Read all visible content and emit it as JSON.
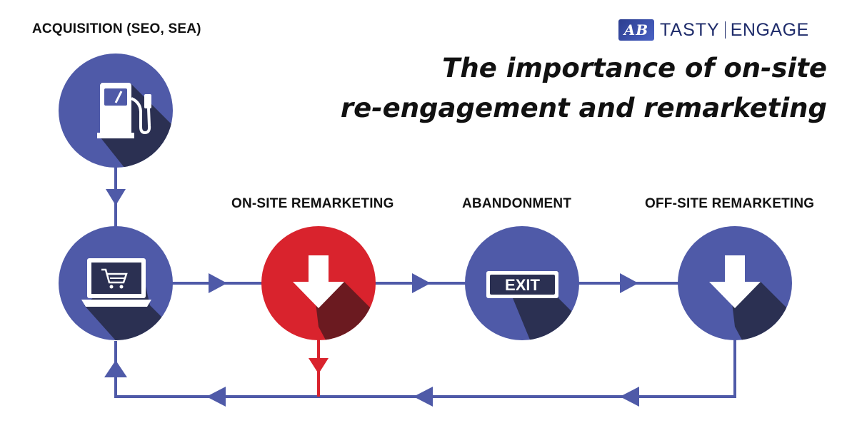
{
  "brand": {
    "logo_mark": "AB",
    "logo_name": "TASTY",
    "logo_product": "ENGAGE"
  },
  "title": {
    "line1": "The importance of on-site",
    "line2": "re-engagement and remarketing"
  },
  "nodes": {
    "acquisition": {
      "label": "ACQUISITION (SEO, SEA)",
      "icon": "fuel-pump-icon"
    },
    "site": {
      "icon": "laptop-cart-icon"
    },
    "onsite": {
      "label": "ON-SITE REMARKETING",
      "icon": "down-arrow-icon"
    },
    "abandonment": {
      "label": "ABANDONMENT",
      "icon": "exit-sign-icon",
      "exit_text": "EXIT"
    },
    "offsite": {
      "label": "OFF-SITE REMARKETING",
      "icon": "down-arrow-icon"
    }
  },
  "colors": {
    "blue": "#4f5aa8",
    "blue_shadow": "#2b3052",
    "red": "#d9232d",
    "red_shadow": "#6b1a20",
    "text": "#111111",
    "brand": "#1f2c6b"
  }
}
